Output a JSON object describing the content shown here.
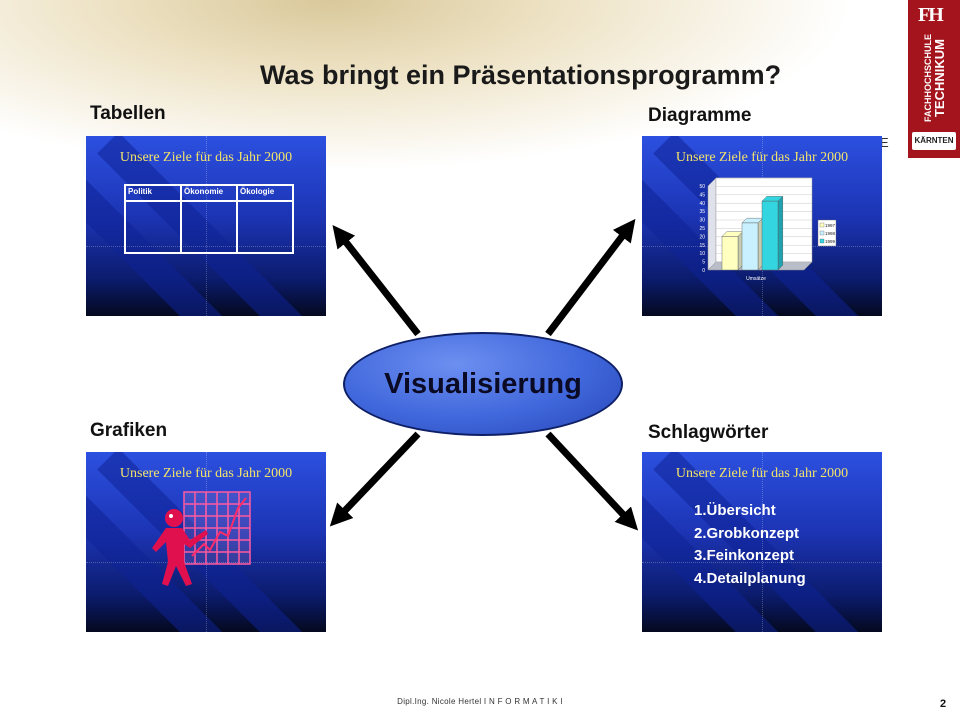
{
  "title": "Was bringt ein Präsentationsprogramm?",
  "logo": {
    "top_text": "FH",
    "vertical_line1": "FACHHOCHSCHULE",
    "vertical_line2": "TECHNIKUM",
    "bottom_text": "KÄRNTEN",
    "color": "#a4141c"
  },
  "stray_text": "E",
  "center": {
    "label": "Visualisierung"
  },
  "quadrants": {
    "tabellen": {
      "label": "Tabellen",
      "slide_title": "Unsere Ziele für das Jahr 2000",
      "table_headers": [
        "Politik",
        "Ökonomie",
        "Ökologie"
      ]
    },
    "diagramme": {
      "label": "Diagramme",
      "slide_title": "Unsere Ziele für das Jahr 2000"
    },
    "grafiken": {
      "label": "Grafiken",
      "slide_title": "Unsere Ziele für das Jahr 2000"
    },
    "schlagwoerter": {
      "label": "Schlagwörter",
      "slide_title": "Unsere Ziele für das Jahr 2000",
      "items": [
        "1.Übersicht",
        "2.Grobkonzept",
        "3.Feinkonzept",
        "4.Detailplanung"
      ]
    }
  },
  "chart_data": {
    "type": "bar",
    "categories": [
      "Umsätze"
    ],
    "series": [
      {
        "name": "1997",
        "values": [
          20
        ],
        "color": "#ffffc0"
      },
      {
        "name": "1998",
        "values": [
          28
        ],
        "color": "#c8f0ff"
      },
      {
        "name": "1999",
        "values": [
          41
        ],
        "color": "#33d6e0"
      }
    ],
    "y_ticks": [
      0,
      5,
      10,
      15,
      20,
      25,
      30,
      35,
      40,
      45,
      50
    ],
    "ylim": [
      0,
      50
    ],
    "grid": true,
    "legend": "right"
  },
  "footer": {
    "text": "Dipl.Ing. Nicole Hertel  I N F O R M A T I K  I",
    "page": "2"
  }
}
